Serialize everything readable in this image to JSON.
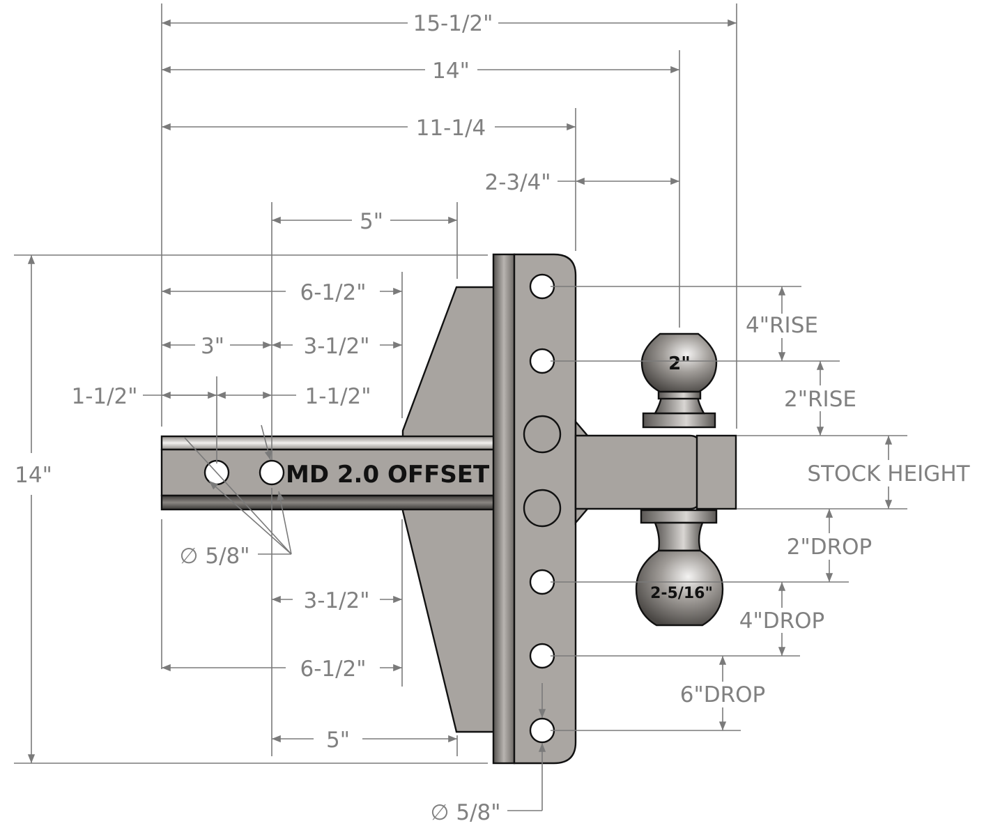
{
  "drawing": {
    "product_label": "MD 2.0 OFFSET",
    "ball_top_label": "2\"",
    "ball_bottom_label": "2-5/16\"",
    "colors": {
      "dimension": "#7a7a7a",
      "part": "#a8a4a0",
      "outline": "#111111"
    }
  },
  "dimensions": {
    "overall_width": "15-1/2\"",
    "to_top_ball": "14\"",
    "to_plate_face": "11-1/4",
    "plate_to_ball": "2-3/4\"",
    "gusset_top": "5\"",
    "upper_6_5": "6-1/2\"",
    "upper_3": "3\"",
    "upper_3_5": "3-1/2\"",
    "hole_left": "1-1/2\"",
    "hole_right": "1-1/2\"",
    "hole_diameter_shank": "∅ 5/8\"",
    "lower_3_5": "3-1/2\"",
    "lower_6_5": "6-1/2\"",
    "gusset_bottom": "5\"",
    "overall_height": "14\"",
    "hole_diameter_plate": "∅ 5/8\"",
    "rise_4": "4\"RISE",
    "rise_2": "2\"RISE",
    "stock_height": "STOCK HEIGHT",
    "drop_2": "2\"DROP",
    "drop_4": "4\"DROP",
    "drop_6": "6\"DROP"
  }
}
